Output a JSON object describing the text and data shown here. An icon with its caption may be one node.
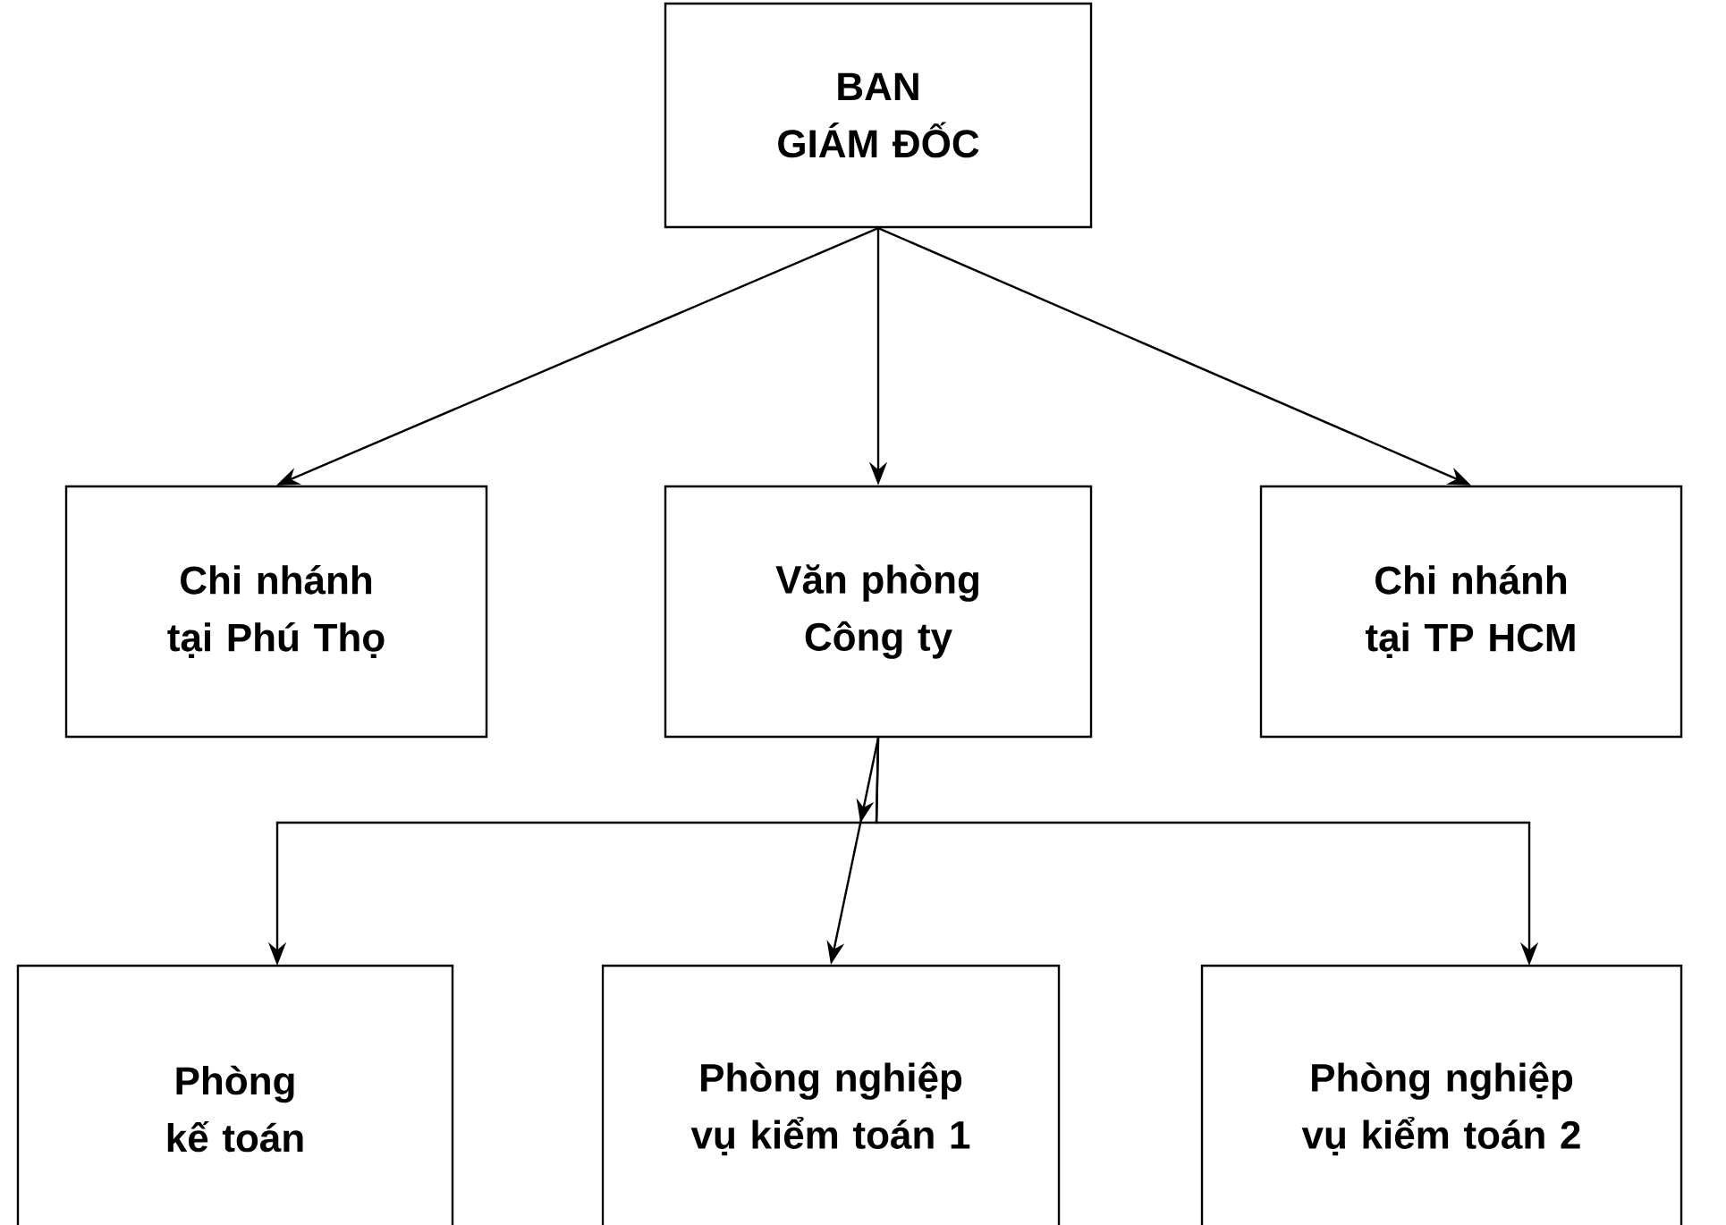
{
  "diagram": {
    "nodes": [
      {
        "text": [
          "BAN GIÁM ĐỐC"
        ]
      },
      {
        "text": [
          "Chi nhánh tại Phú Thọ"
        ]
      },
      {
        "text": [
          "Văn phòng Công ty"
        ]
      },
      {
        "text": [
          "Chi nhánh tại TP HCM"
        ]
      },
      {
        "text": [
          "Phòng kế toán"
        ]
      },
      {
        "text": [
          "Phòng nghiệp vụ kiểm toán 1"
        ]
      },
      {
        "text": [
          "Phòng nghiệp vụ kiểm toán 2"
        ]
      }
    ],
    "edges": [
      {
        "from": 0,
        "to": 1,
        "arrow": "to"
      },
      {
        "from": 0,
        "to": 2,
        "arrow": "to"
      },
      {
        "from": 0,
        "to": 3,
        "arrow": "to"
      },
      {
        "from": 2,
        "to": 4,
        "arrow": "to"
      },
      {
        "from": 2,
        "to": 5,
        "arrow": "to"
      },
      {
        "from": 2,
        "to": 6,
        "arrow": "to"
      }
    ]
  }
}
